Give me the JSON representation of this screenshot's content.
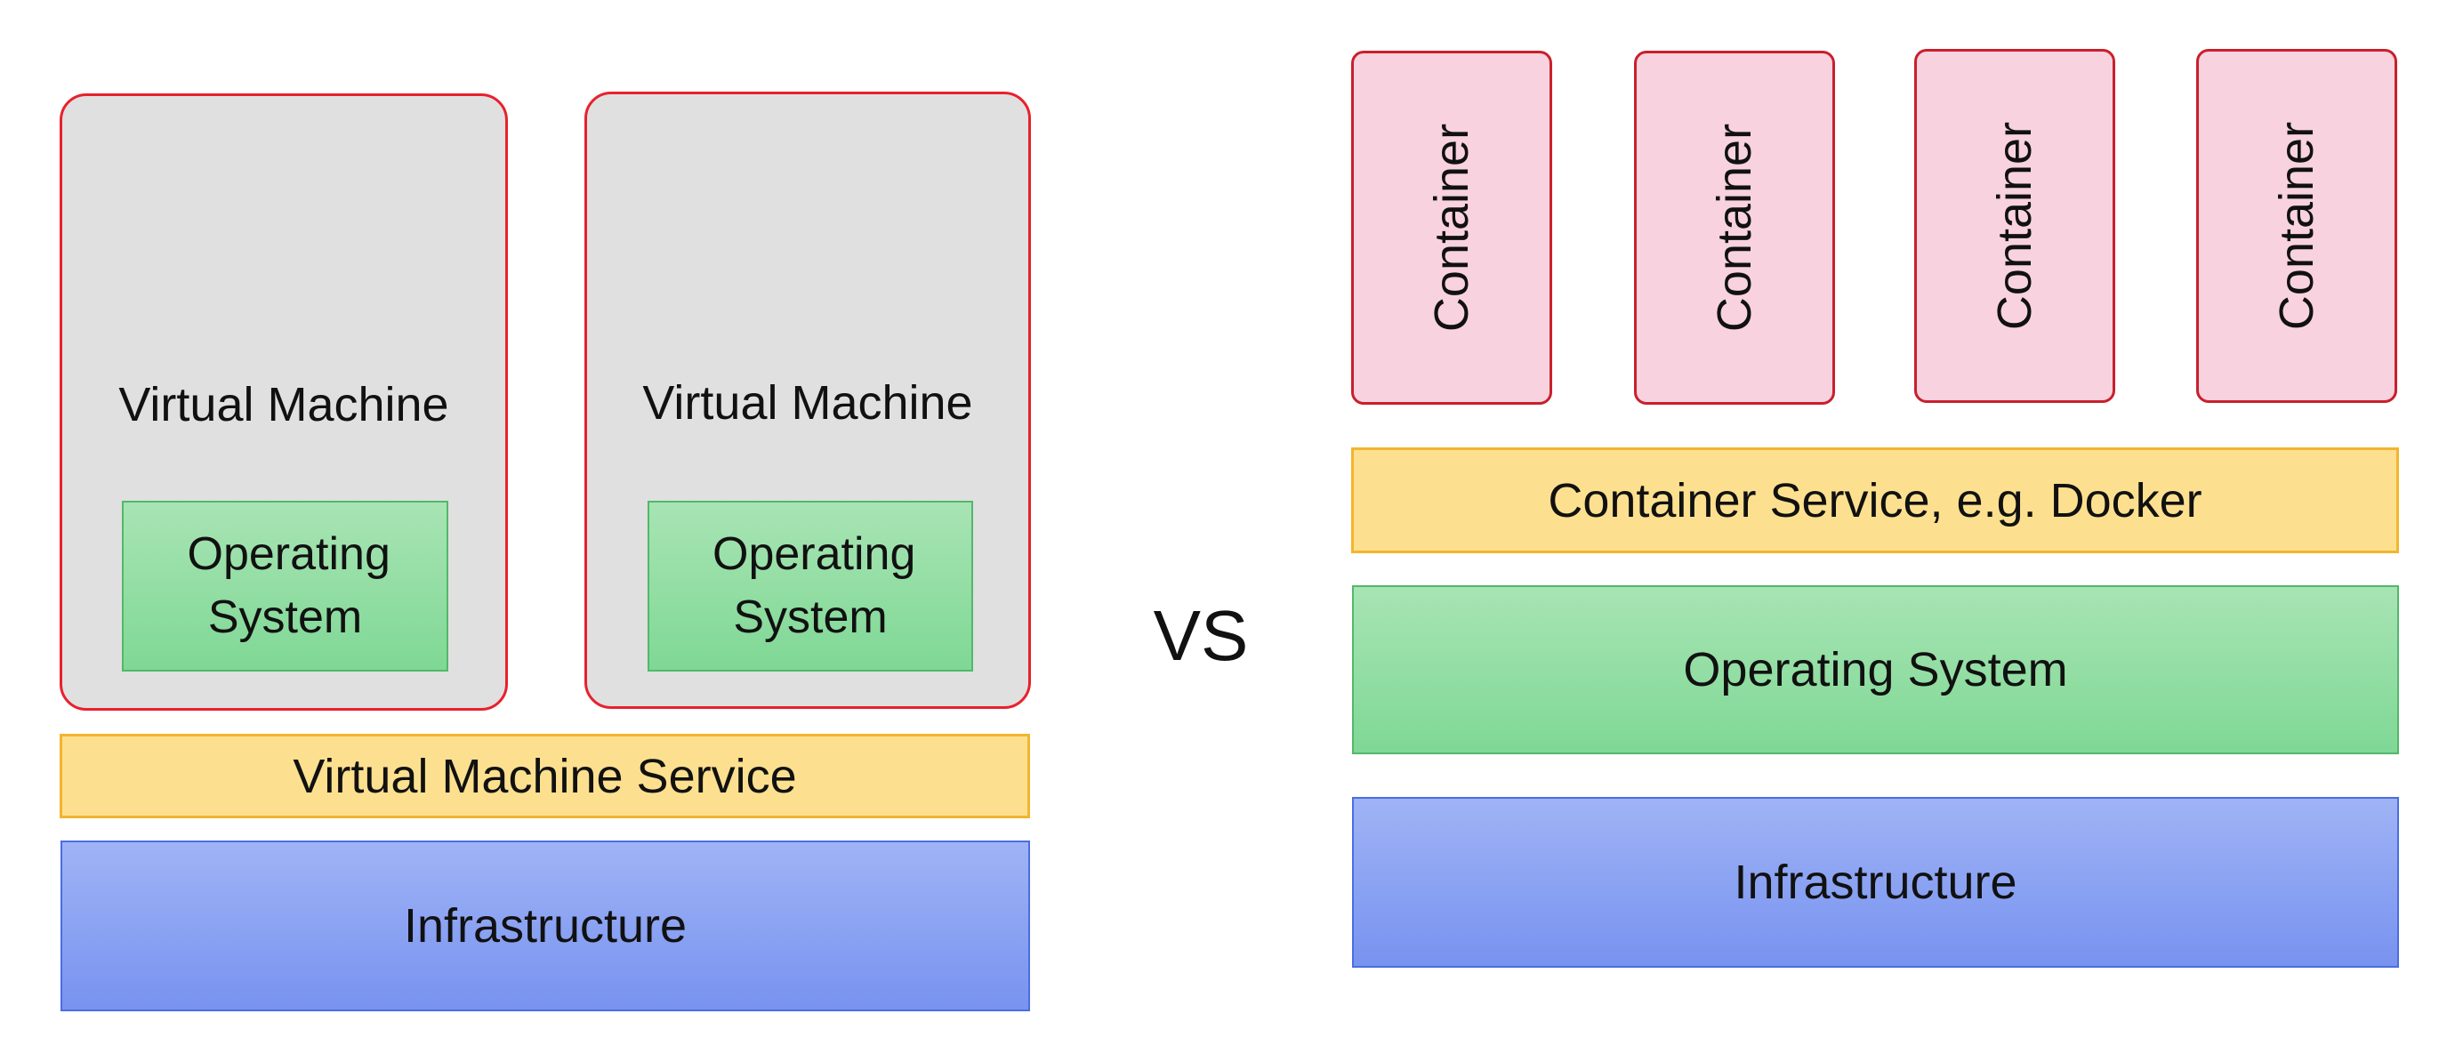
{
  "left": {
    "vms": [
      {
        "title": "Virtual Machine",
        "os_label": "Operating System"
      },
      {
        "title": "Virtual Machine",
        "os_label": "Operating System"
      }
    ],
    "service_label": "Virtual Machine Service",
    "infrastructure_label": "Infrastructure"
  },
  "vs_label": "VS",
  "right": {
    "containers": [
      {
        "label": "Container"
      },
      {
        "label": "Container"
      },
      {
        "label": "Container"
      },
      {
        "label": "Container"
      }
    ],
    "service_label": "Container Service, e.g. Docker",
    "os_label": "Operating System",
    "infrastructure_label": "Infrastructure"
  },
  "colors": {
    "vm_border": "#e8212d",
    "vm_fill": "#e0e0e0",
    "os_fill": "#8fdba2",
    "service_fill": "#fde08f",
    "service_border": "#f3b52e",
    "infrastructure_fill": "#8aa5f3",
    "container_fill": "#f8d2df",
    "container_border": "#c8202c"
  }
}
